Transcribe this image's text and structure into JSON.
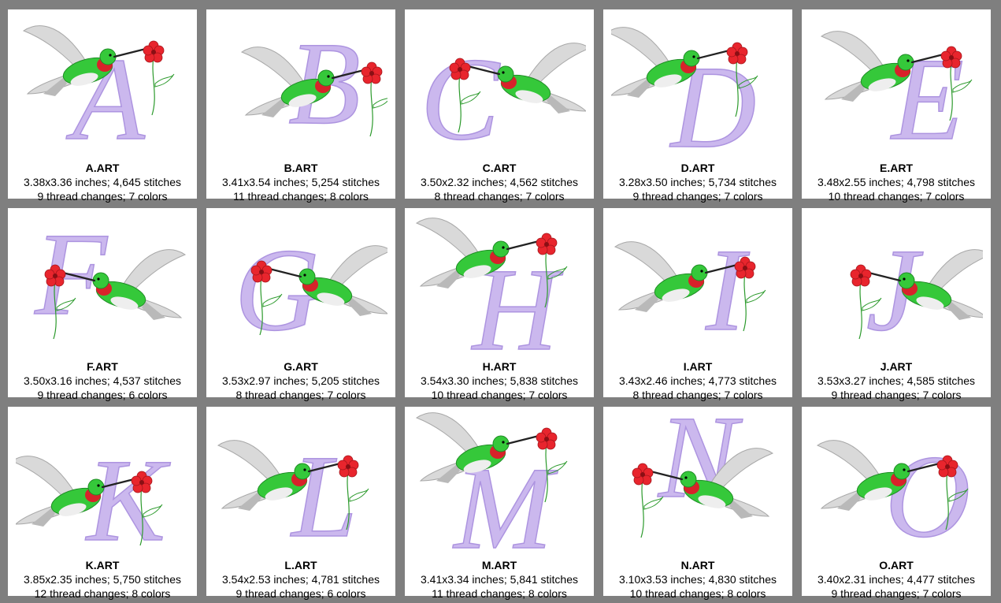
{
  "colors": {
    "background": "#7f7f7f",
    "tile": "#ffffff",
    "letter": "#cbb8ee",
    "wing": "#d9d9d9",
    "body_green": "#35c83a",
    "throat_red": "#d8222a",
    "flower_red": "#e8252d",
    "stem_green": "#2c9a2c"
  },
  "designs": [
    {
      "letter": "A",
      "name": "A.ART",
      "dims": "3.38x3.36 inches; 4,645 stitches",
      "changes": "9 thread changes; 7 colors",
      "icon": "hummingbird-letter-icon"
    },
    {
      "letter": "B",
      "name": "B.ART",
      "dims": "3.41x3.54 inches; 5,254 stitches",
      "changes": "11 thread changes; 8 colors",
      "icon": "hummingbird-letter-icon"
    },
    {
      "letter": "C",
      "name": "C.ART",
      "dims": "3.50x2.32 inches; 4,562 stitches",
      "changes": "8 thread changes; 7 colors",
      "icon": "hummingbird-letter-icon"
    },
    {
      "letter": "D",
      "name": "D.ART",
      "dims": "3.28x3.50 inches; 5,734 stitches",
      "changes": "9 thread changes; 7 colors",
      "icon": "hummingbird-letter-icon"
    },
    {
      "letter": "E",
      "name": "E.ART",
      "dims": "3.48x2.55 inches; 4,798 stitches",
      "changes": "10 thread changes; 7 colors",
      "icon": "hummingbird-letter-icon"
    },
    {
      "letter": "F",
      "name": "F.ART",
      "dims": "3.50x3.16 inches; 4,537 stitches",
      "changes": "9 thread changes; 6 colors",
      "icon": "hummingbird-letter-icon"
    },
    {
      "letter": "G",
      "name": "G.ART",
      "dims": "3.53x2.97 inches; 5,205 stitches",
      "changes": "8 thread changes; 7 colors",
      "icon": "hummingbird-letter-icon"
    },
    {
      "letter": "H",
      "name": "H.ART",
      "dims": "3.54x3.30 inches; 5,838 stitches",
      "changes": "10 thread changes; 7 colors",
      "icon": "hummingbird-letter-icon"
    },
    {
      "letter": "I",
      "name": "I.ART",
      "dims": "3.43x2.46 inches; 4,773 stitches",
      "changes": "8 thread changes; 7 colors",
      "icon": "hummingbird-letter-icon"
    },
    {
      "letter": "J",
      "name": "J.ART",
      "dims": "3.53x3.27 inches; 4,585 stitches",
      "changes": "9 thread changes; 7 colors",
      "icon": "hummingbird-letter-icon"
    },
    {
      "letter": "K",
      "name": "K.ART",
      "dims": "3.85x2.35 inches; 5,750 stitches",
      "changes": "12 thread changes; 8 colors",
      "icon": "hummingbird-letter-icon"
    },
    {
      "letter": "L",
      "name": "L.ART",
      "dims": "3.54x2.53 inches; 4,781 stitches",
      "changes": "9 thread changes; 6 colors",
      "icon": "hummingbird-letter-icon"
    },
    {
      "letter": "M",
      "name": "M.ART",
      "dims": "3.41x3.34 inches; 5,841 stitches",
      "changes": "11 thread changes; 8 colors",
      "icon": "hummingbird-letter-icon"
    },
    {
      "letter": "N",
      "name": "N.ART",
      "dims": "3.10x3.53 inches; 4,830 stitches",
      "changes": "10 thread changes; 8 colors",
      "icon": "hummingbird-letter-icon"
    },
    {
      "letter": "O",
      "name": "O.ART",
      "dims": "3.40x2.31 inches; 4,477 stitches",
      "changes": "9 thread changes; 7 colors",
      "icon": "hummingbird-letter-icon"
    }
  ]
}
